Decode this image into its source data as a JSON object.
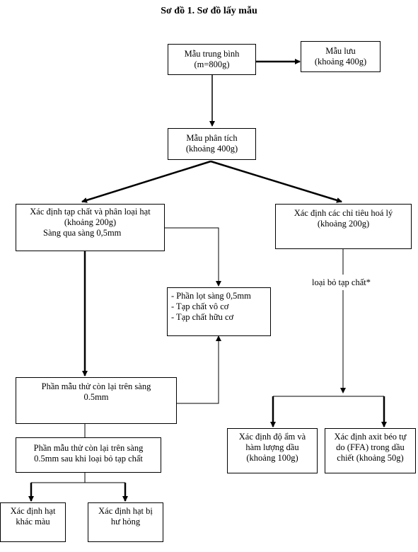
{
  "title": "Sơ đồ 1. Sơ đồ lấy mẫu",
  "nodes": {
    "avg": [
      "Mẫu trung bình",
      "(m=800g)"
    ],
    "keep": [
      "Mẫu lưu",
      "(khoảng 400g)"
    ],
    "analysis": [
      "Mẫu phân tích",
      "(khoảng 400g)"
    ],
    "impurity": [
      "Xác định tạp chất và phân loại hạt",
      "(khoảng 200g)",
      "Sàng qua sàng 0,5mm"
    ],
    "physchem": [
      "Xác định các chỉ tiêu hoá lý",
      "(khoảng 200g)"
    ],
    "through": [
      "- Phần lọt sàng 0,5mm",
      "- Tạp chất vô cơ",
      "- Tạp chất hữu cơ"
    ],
    "remain": [
      "Phần mẫu thử còn lại trên sàng",
      "0.5mm"
    ],
    "remain2": [
      "Phần mẫu thử còn lại trên sàng",
      "0.5mm sau khi loại bỏ tạp chất"
    ],
    "othercolor": [
      "Xác định hạt",
      "khác màu"
    ],
    "damaged": [
      "Xác định hạt bị",
      "hư hỏng"
    ],
    "moisture": [
      "Xác định độ ẩm và",
      "hàm lượng dầu",
      "(khoảng 100g)"
    ],
    "ffa": [
      "Xác định axit béo tự",
      "do (FFA) trong dầu",
      "chiết (khoảng 50g)"
    ]
  },
  "remove_label": "loại bỏ tạp chất*"
}
